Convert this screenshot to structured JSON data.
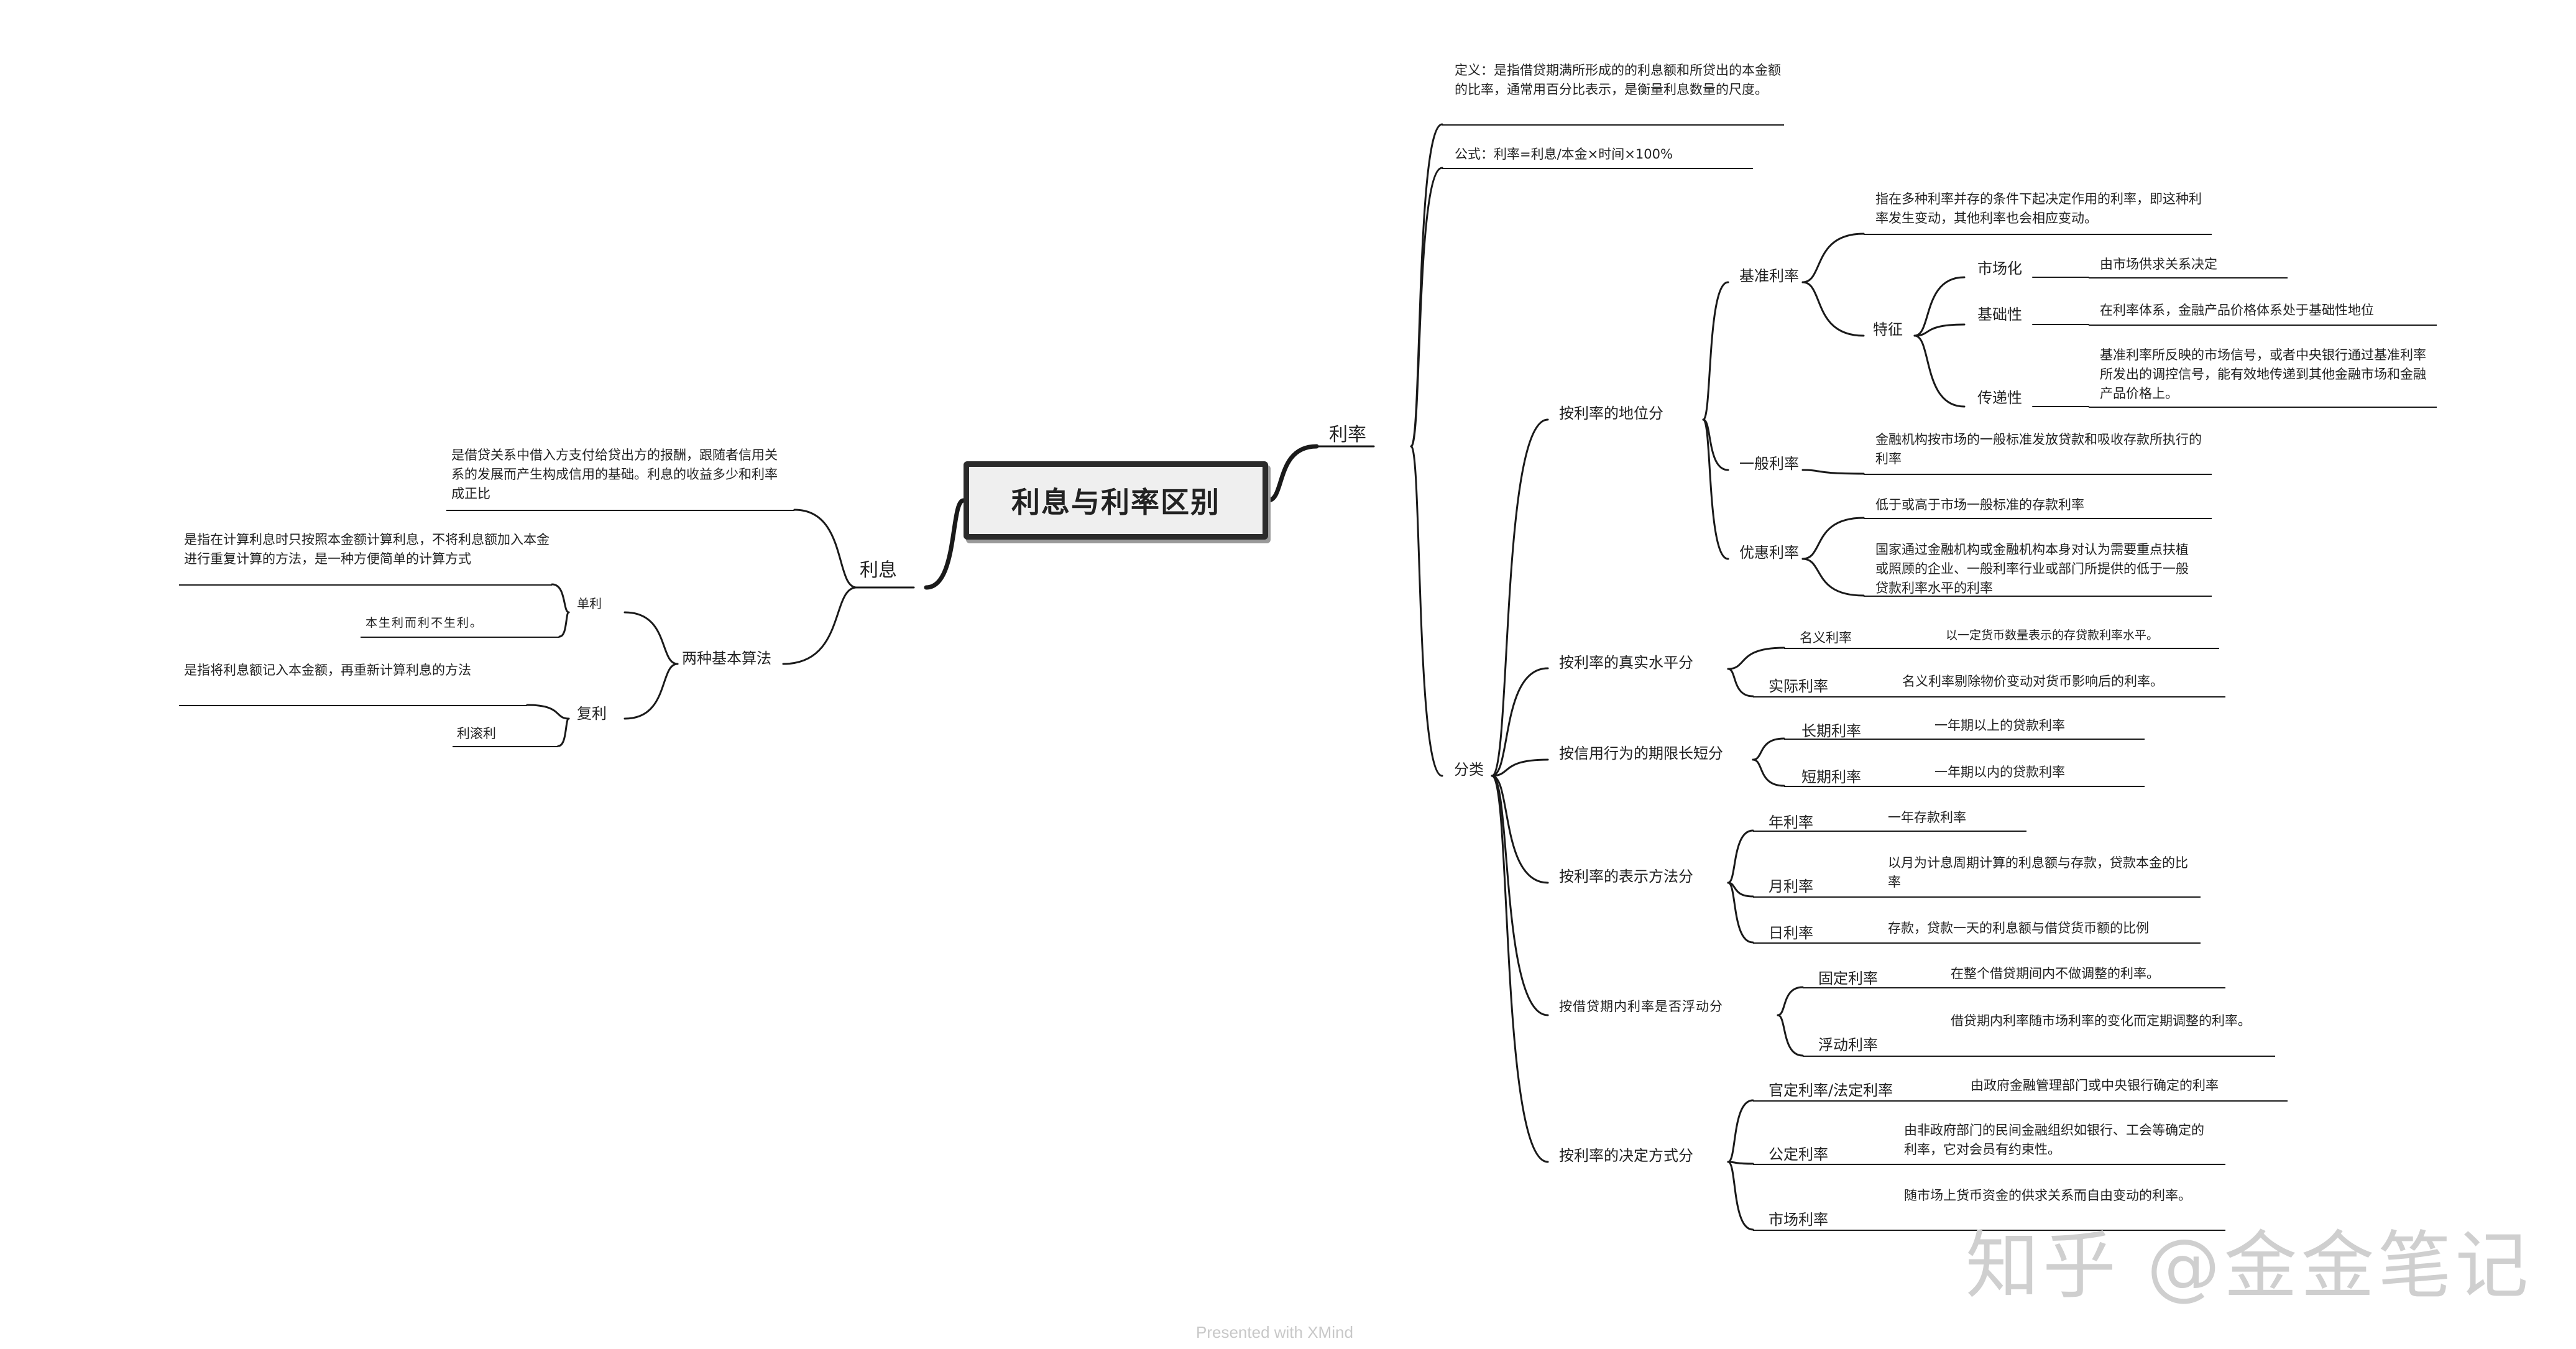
{
  "root": {
    "title": "利息与利率区别"
  },
  "lixi": {
    "label": "利息",
    "definition": "是借贷关系中借入方支付给贷出方的报酬，跟随者信用关系的发展而产生构成信用的基础。利息的收益多少和利率成正比",
    "methods": {
      "label": "两种基本算法",
      "simple": {
        "label": "单利",
        "desc": "是指在计算利息时只按照本金额计算利息，不将利息额加入本金进行重复计算的方法，是一种方便简单的计算方式",
        "note": "本生利而利不生利。"
      },
      "compound": {
        "label": "复利",
        "desc": "是指将利息额记入本金额，再重新计算利息的方法",
        "note": "利滚利"
      }
    }
  },
  "lilv": {
    "label": "利率",
    "definition": "定义：是指借贷期满所形成的的利息额和所贷出的本金额的比率，通常用百分比表示，是衡量利息数量的尺度。",
    "formula": "公式：利率=利息/本金×时间×100%",
    "classify": {
      "label": "分类",
      "by_status": {
        "label": "按利率的地位分",
        "benchmark": {
          "label": "基准利率",
          "desc": "指在多种利率并存的条件下起决定作用的利率，即这种利率发生变动，其他利率也会相应变动。",
          "features": {
            "label": "特征",
            "items": [
              {
                "name": "市场化",
                "desc": "由市场供求关系决定"
              },
              {
                "name": "基础性",
                "desc": "在利率体系，金融产品价格体系处于基础性地位"
              },
              {
                "name": "传递性",
                "desc": "基准利率所反映的市场信号，或者中央银行通过基准利率所发出的调控信号，能有效地传递到其他金融市场和金融产品价格上。"
              }
            ]
          }
        },
        "general": {
          "label": "一般利率",
          "desc": "金融机构按市场的一般标准发放贷款和吸收存款所执行的利率"
        },
        "preferential": {
          "label": "优惠利率",
          "desc1": "低于或高于市场一般标准的存款利率",
          "desc2": "国家通过金融机构或金融机构本身对认为需要重点扶植或照顾的企业、一般利率行业或部门所提供的低于一般贷款利率水平的利率"
        }
      },
      "by_real": {
        "label": "按利率的真实水平分",
        "items": [
          {
            "name": "名义利率",
            "desc": "以一定货币数量表示的存贷款利率水平。"
          },
          {
            "name": "实际利率",
            "desc": "名义利率剔除物价变动对货币影响后的利率。"
          }
        ]
      },
      "by_term": {
        "label": "按信用行为的期限长短分",
        "items": [
          {
            "name": "长期利率",
            "desc": "一年期以上的贷款利率"
          },
          {
            "name": "短期利率",
            "desc": "一年期以内的贷款利率"
          }
        ]
      },
      "by_expression": {
        "label": "按利率的表示方法分",
        "items": [
          {
            "name": "年利率",
            "desc": "一年存款利率"
          },
          {
            "name": "月利率",
            "desc": "以月为计息周期计算的利息额与存款，贷款本金的比率"
          },
          {
            "name": "日利率",
            "desc": "存款，贷款一天的利息额与借贷货币额的比例"
          }
        ]
      },
      "by_float": {
        "label": "按借贷期内利率是否浮动分",
        "items": [
          {
            "name": "固定利率",
            "desc": "在整个借贷期间内不做调整的利率。"
          },
          {
            "name": "浮动利率",
            "desc": "借贷期内利率随市场利率的变化而定期调整的利率。"
          }
        ]
      },
      "by_decision": {
        "label": "按利率的决定方式分",
        "items": [
          {
            "name": "官定利率/法定利率",
            "desc": "由政府金融管理部门或中央银行确定的利率"
          },
          {
            "name": "公定利率",
            "desc": "由非政府部门的民间金融组织如银行、工会等确定的利率，它对会员有约束性。"
          },
          {
            "name": "市场利率",
            "desc": "随市场上货币资金的供求关系而自由变动的利率。"
          }
        ]
      }
    }
  },
  "watermark": "知乎 @金金笔记",
  "footer": "Presented with XMind"
}
